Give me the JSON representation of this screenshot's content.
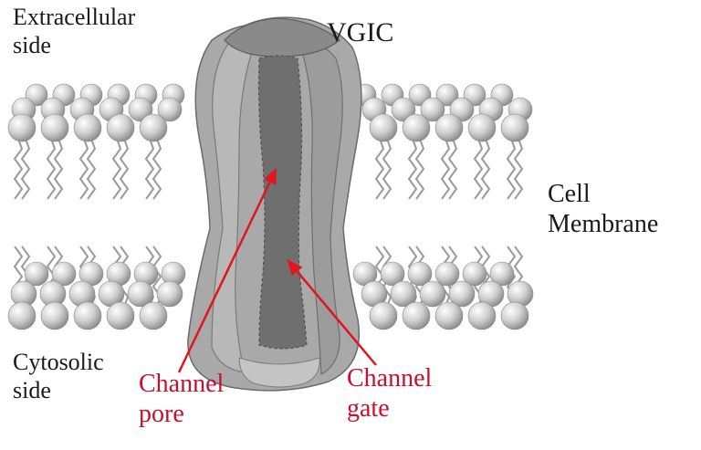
{
  "labels": {
    "extracellular": "Extracellular\nside",
    "channel_name": "VGIC",
    "membrane": "Cell\nMembrane",
    "cytosolic": "Cytosolic\nside",
    "pore": "Channel\npore",
    "gate": "Channel\ngate"
  },
  "colors": {
    "label_text": "#1a1a1a",
    "pointer_text": "#c8102e",
    "pointer_arrow": "#e0161e",
    "protein_outer": "#8c8c8c",
    "protein_mid": "#a6a6a6",
    "protein_inner": "#777777",
    "lipid_head": "#bdbdbd",
    "lipid_tail": "#9a9a9a"
  }
}
